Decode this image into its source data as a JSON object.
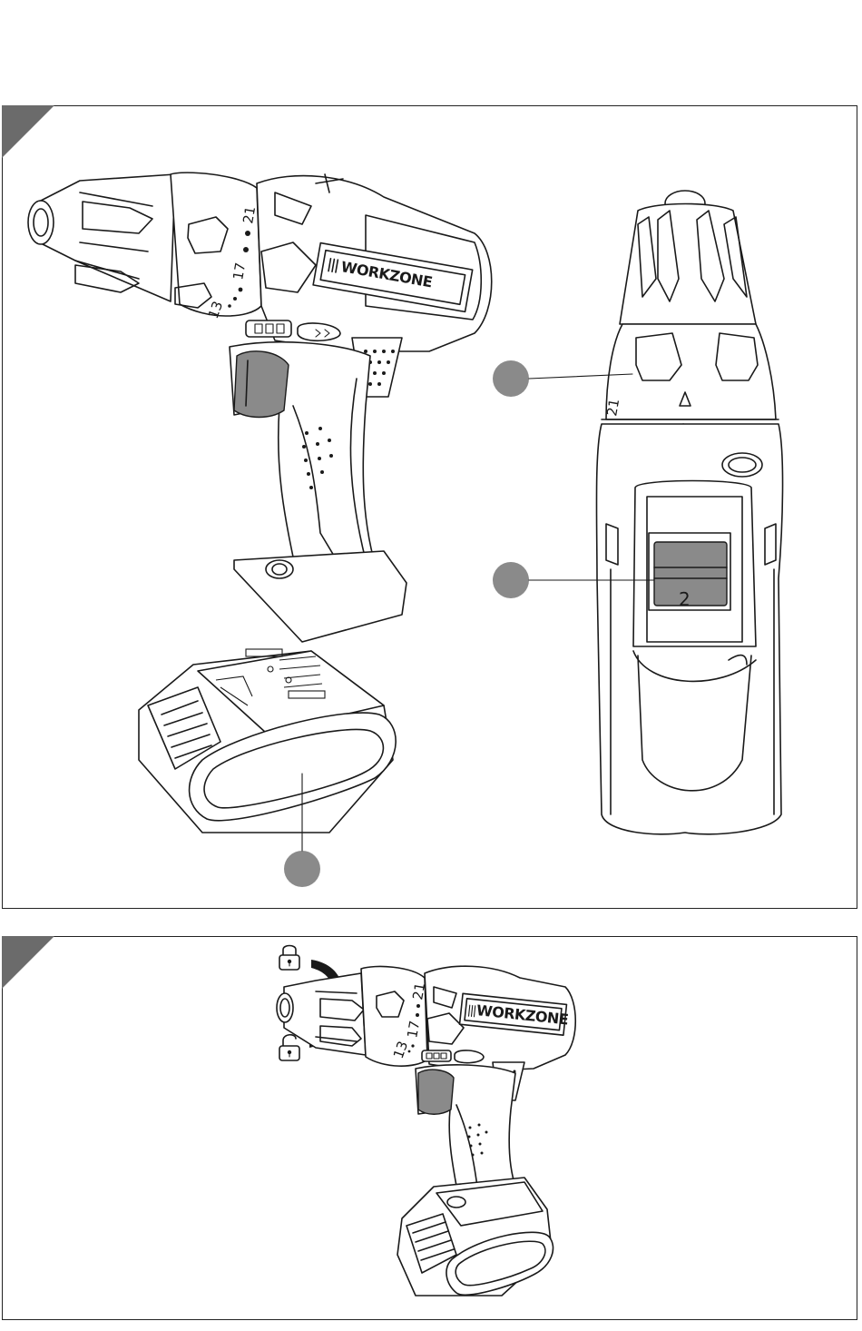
{
  "figure_a": {
    "drill_side": {
      "brand": "WORKZONE",
      "dial_numbers": [
        "21",
        "17",
        "13"
      ]
    },
    "drill_top": {
      "dial_number": "21",
      "switch_gear_number": "2"
    },
    "callouts": [
      {
        "target": "torque-dial"
      },
      {
        "target": "gear-switch"
      },
      {
        "target": "battery"
      }
    ]
  },
  "figure_b": {
    "brand": "WORKZONE",
    "dial_numbers": [
      "21",
      "17",
      "13"
    ],
    "icons": [
      "lock-icon",
      "unlock-icon",
      "rotate-arrow-icon"
    ]
  }
}
